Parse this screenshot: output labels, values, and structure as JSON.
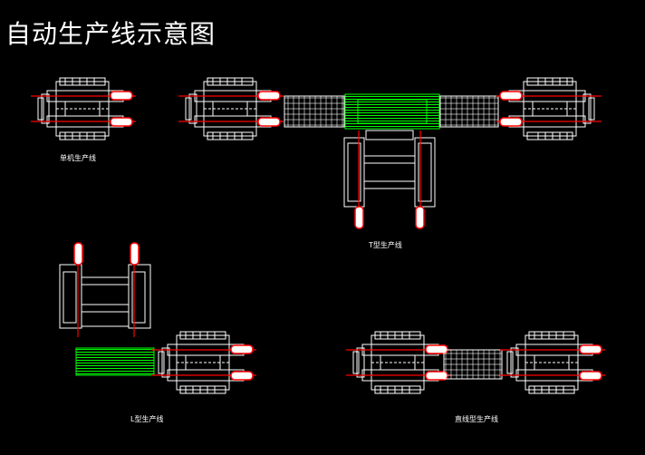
{
  "title": "自动生产线示意图",
  "labels": {
    "single": "单机生产线",
    "t_type": "T型生产线",
    "l_type": "L型生产线",
    "straight": "直线型生产线"
  },
  "colors": {
    "background": "#000000",
    "line": "#ffffff",
    "accent_red": "#ff0000",
    "accent_green": "#00ff00"
  }
}
